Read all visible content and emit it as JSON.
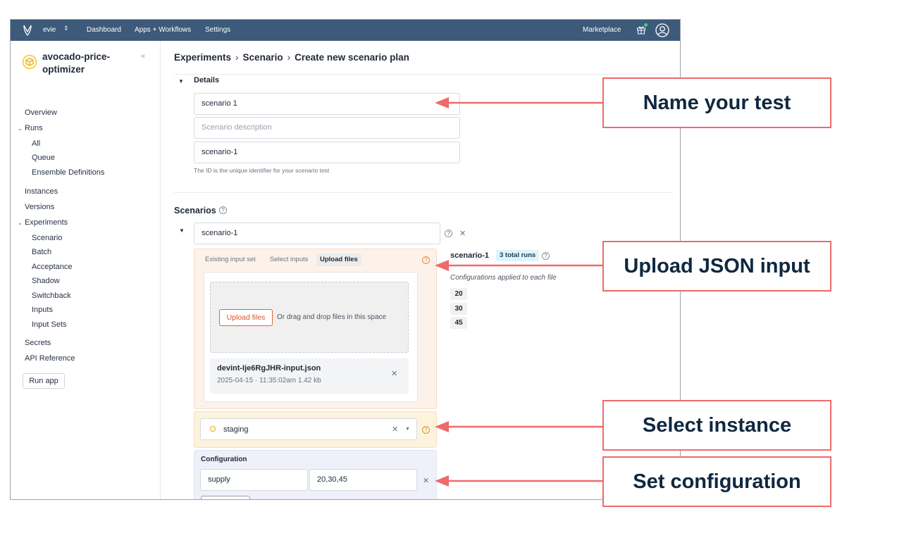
{
  "topbar": {
    "account": "evie",
    "nav": [
      "Dashboard",
      "Apps + Workflows",
      "Settings"
    ],
    "marketplace": "Marketplace",
    "bg_color": "#3d5a7a"
  },
  "sidebar": {
    "app_name": "avocado-price-optimizer",
    "collapse_icon": "«",
    "items": {
      "overview": "Overview",
      "runs": "Runs",
      "runs_all": "All",
      "runs_queue": "Queue",
      "runs_ensemble": "Ensemble Definitions",
      "instances": "Instances",
      "versions": "Versions",
      "experiments": "Experiments",
      "exp_scenario": "Scenario",
      "exp_batch": "Batch",
      "exp_acceptance": "Acceptance",
      "exp_shadow": "Shadow",
      "exp_switchback": "Switchback",
      "exp_inputs": "Inputs",
      "exp_input_sets": "Input Sets",
      "secrets": "Secrets",
      "api_reference": "API Reference"
    },
    "run_app": "Run app"
  },
  "breadcrumb": {
    "level1": "Experiments",
    "level2": "Scenario",
    "level3": "Create new scenario plan",
    "separator": "›"
  },
  "details": {
    "title": "Details",
    "name_value": "scenario 1",
    "description_placeholder": "Scenario description",
    "id_value": "scenario-1",
    "hint": "The ID is the unique identifier for your scenario test"
  },
  "scenarios": {
    "title": "Scenarios",
    "scenario_name": "scenario-1",
    "tabs": [
      "Existing input set",
      "Select inputs",
      "Upload files"
    ],
    "active_tab": "Upload files",
    "upload_button": "Upload files",
    "drop_text": "Or drag and drop files in this space",
    "file": {
      "name": "devint-Ije6RgJHR-input.json",
      "meta": "2025-04-15 · 11:35:02am   1.42 kb"
    },
    "summary": {
      "name": "scenario-1",
      "runs_badge": "3 total runs",
      "note": "Configurations applied to each file",
      "values": [
        "20",
        "30",
        "45"
      ]
    },
    "instance": "staging",
    "configuration": {
      "title": "Configuration",
      "key": "supply",
      "value": "20,30,45"
    }
  },
  "callouts": {
    "name_test": "Name your test",
    "upload_json": "Upload JSON input",
    "select_instance": "Select instance",
    "set_configuration": "Set configuration",
    "color": "#ef6a6a"
  }
}
